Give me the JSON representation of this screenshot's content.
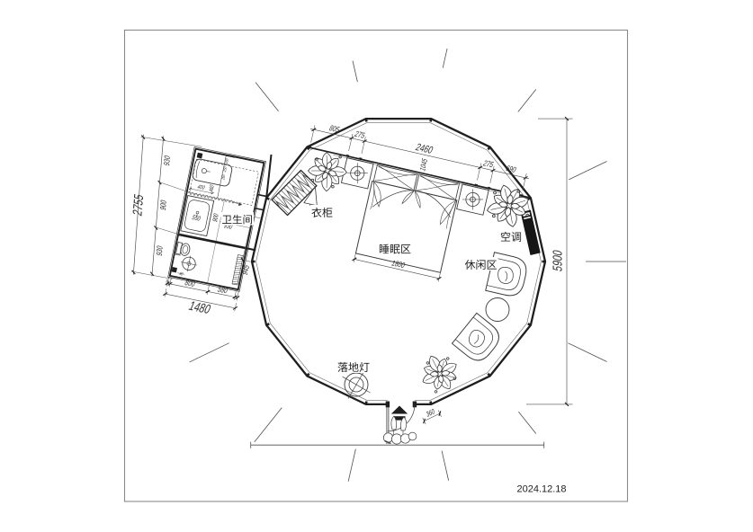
{
  "drawing": {
    "title": "floor-plan",
    "date": "2024.12.18",
    "paper_color": "#ffffff",
    "line_color": "#1f1f1f",
    "rooms": {
      "bathroom": "卫生间",
      "wardrobe": "衣柜",
      "sleeping_area": "睡眠区",
      "leisure_area": "休闲区",
      "air_conditioner": "空调",
      "floor_lamp": "落地灯"
    },
    "dims": {
      "overall_height": "5900",
      "top_chain": [
        "805",
        "275",
        "2460",
        "275",
        "690"
      ],
      "top_offset": "1045",
      "bed_width": "1800",
      "door_side": "360",
      "left_edge_segment": "945",
      "bathroom": {
        "total_height": "2755",
        "total_width": "1480",
        "left_chain": [
          "930",
          "900",
          "930"
        ],
        "bottom_chain": [
          "800",
          "580"
        ],
        "bottom_small": "90",
        "corner_small": "90",
        "sink_width": "550",
        "inner_width": "930",
        "inner_height": "900",
        "tub": [
          "400",
          "460"
        ],
        "tub_small": [
          "100",
          "250",
          "160"
        ]
      }
    }
  }
}
